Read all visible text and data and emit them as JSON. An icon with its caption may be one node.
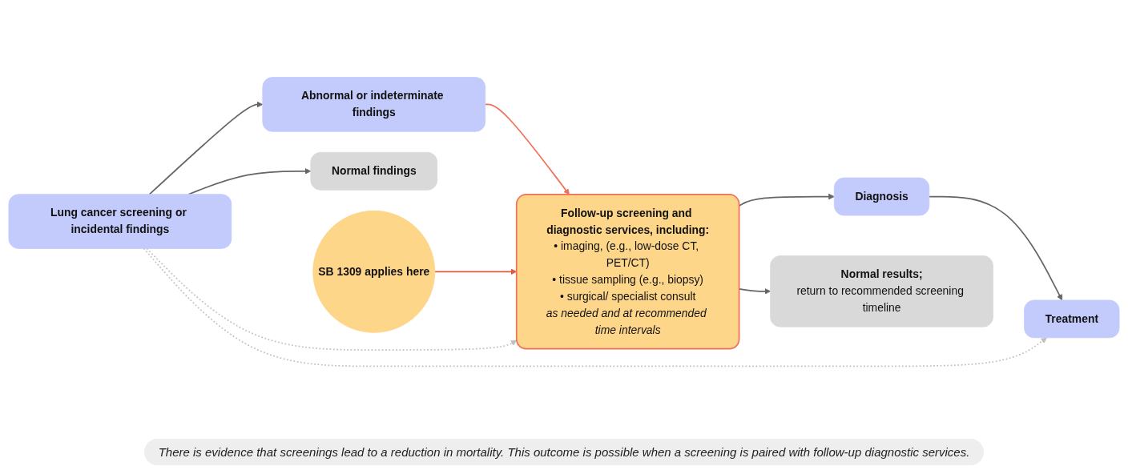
{
  "diagram": {
    "nodes": [
      {
        "text": [
          "Lung cancer screening or incidental findings"
        ]
      },
      {
        "text": [
          "Abnormal or indeterminate findings"
        ]
      },
      {
        "text": [
          "Normal findings"
        ]
      },
      {
        "text": [
          "SB 1309 applies here"
        ]
      },
      {
        "text": [
          "Follow-up screening and diagnostic services, including:",
          "• imaging, (e.g., low-dose CT, PET/CT)",
          "• tissue sampling (e.g., biopsy)",
          "• surgical/ specialist consult",
          "as needed and at recommended time intervals"
        ]
      },
      {
        "text": [
          "Diagnosis"
        ]
      },
      {
        "text": [
          "Normal results;",
          "return to recommended screening timeline"
        ]
      },
      {
        "text": [
          "Treatment"
        ]
      }
    ],
    "caption": "There is evidence that screenings lead to a reduction in mortality. This outcome is possible when a screening is paired with follow-up diagnostic services.",
    "edges": [
      {
        "from": 0,
        "to": 1,
        "arrow": "to"
      },
      {
        "from": 0,
        "to": 2,
        "arrow": "to"
      },
      {
        "from": 1,
        "to": 4,
        "arrow": "to",
        "color": "#f07058"
      },
      {
        "from": 3,
        "to": 4,
        "arrow": "to",
        "color": "#e0583e"
      },
      {
        "from": 4,
        "to": 5,
        "arrow": "to"
      },
      {
        "from": 4,
        "to": 6,
        "arrow": "to"
      },
      {
        "from": 5,
        "to": 7,
        "arrow": "to"
      },
      {
        "from": 0,
        "to": 4,
        "arrow": "to",
        "style": "dashed",
        "color": "#c0c0c0"
      },
      {
        "from": 0,
        "to": 7,
        "arrow": "to",
        "style": "dashed",
        "color": "#c0c0c0"
      }
    ]
  }
}
